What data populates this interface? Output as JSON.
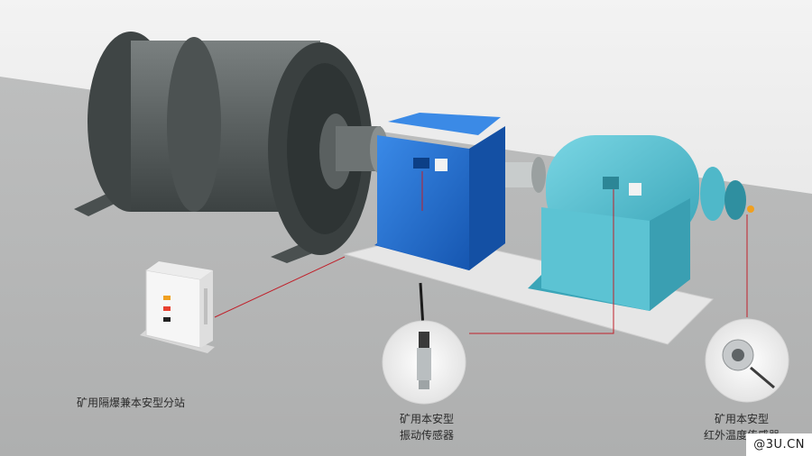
{
  "labels": {
    "substation": "矿用隔爆兼本安型分站",
    "vibration_sensor_line1": "矿用本安型",
    "vibration_sensor_line2": "振动传感器",
    "infrared_sensor_line1": "矿用本安型",
    "infrared_sensor_line2": "红外温度传感器"
  },
  "watermark": "@3U.CN",
  "colors": {
    "drum": "#5a6060",
    "gearbox": "#1f6fd0",
    "motor": "#5cc3d3",
    "cable": "#c0202a",
    "floor": "#b8b9b9",
    "wall": "#ececec"
  }
}
